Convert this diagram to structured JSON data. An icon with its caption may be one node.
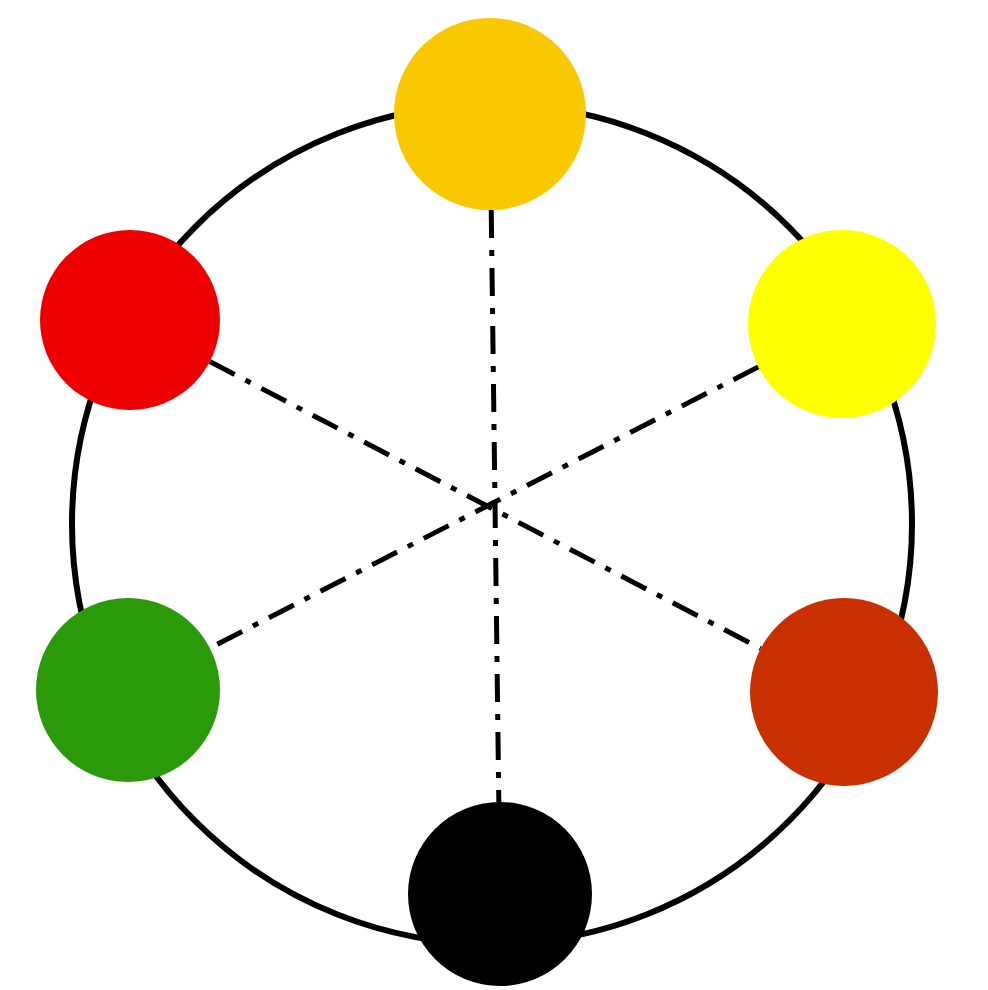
{
  "diagram": {
    "nodes": [
      {
        "text": [],
        "shape": "circle"
      },
      {
        "text": [],
        "shape": "circle"
      },
      {
        "text": [],
        "shape": "circle"
      },
      {
        "text": [],
        "shape": "circle"
      },
      {
        "text": [],
        "shape": "circle"
      },
      {
        "text": [],
        "shape": "circle"
      }
    ],
    "edges": [
      {
        "from": 0,
        "to": 5,
        "arrow": "none",
        "style": "dashed"
      },
      {
        "from": 1,
        "to": 4,
        "arrow": "none",
        "style": "dashed"
      },
      {
        "from": 2,
        "to": 3,
        "arrow": "none",
        "style": "dashed"
      }
    ]
  }
}
